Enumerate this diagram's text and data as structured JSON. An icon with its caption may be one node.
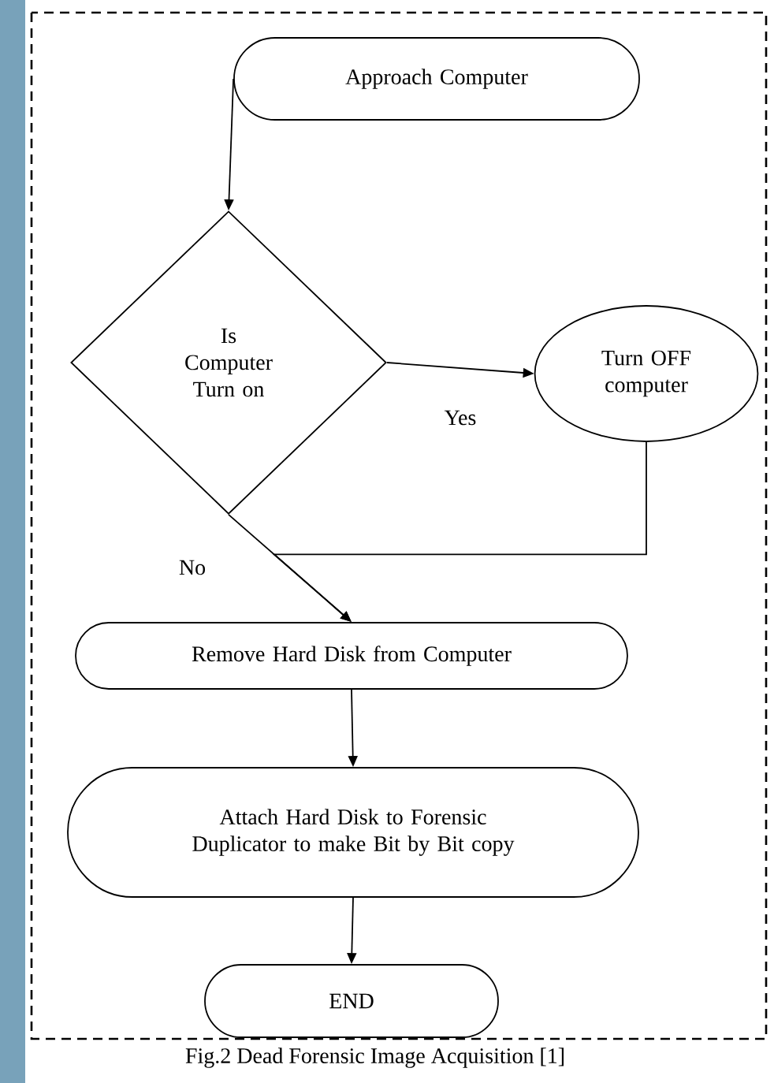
{
  "diagram": {
    "caption": "Fig.2 Dead Forensic Image Acquisition [1]",
    "nodes": [
      {
        "text": [
          "Approach Computer"
        ]
      },
      {
        "text": [
          "Is Computer Turn on"
        ]
      },
      {
        "text": [
          "Turn OFF computer"
        ]
      },
      {
        "text": [
          "Remove Hard Disk from Computer"
        ]
      },
      {
        "text": [
          "Attach Hard Disk to Forensic Duplicator to make Bit by Bit copy"
        ]
      },
      {
        "text": [
          "END"
        ]
      }
    ],
    "edges": [
      {
        "from": 0,
        "to": 1,
        "arrow": "to"
      },
      {
        "from": 1,
        "to": 2,
        "arrow": "to",
        "label": "Yes"
      },
      {
        "from": 1,
        "to": 3,
        "arrow": "to",
        "label": "No"
      },
      {
        "from": 2,
        "to": 3,
        "arrow": "to"
      },
      {
        "from": 3,
        "to": 4,
        "arrow": "to"
      },
      {
        "from": 4,
        "to": 5,
        "arrow": "to"
      }
    ]
  }
}
